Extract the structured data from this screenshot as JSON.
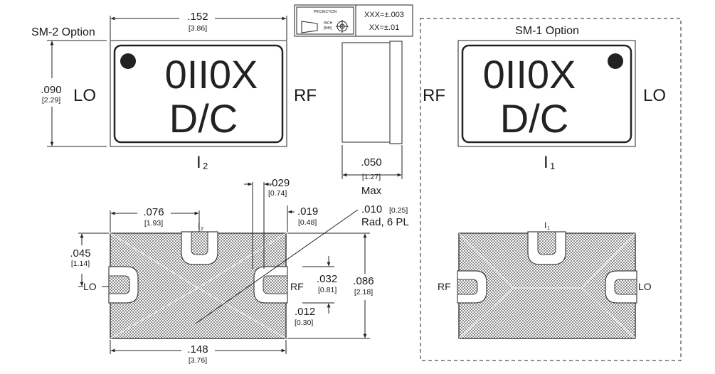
{
  "colors": {
    "ink": "#222222",
    "hatch": "#8c8c8c",
    "background": "#ffffff"
  },
  "tolerance_box": {
    "projection_label": "PROJECTION",
    "inch_label": "INCH",
    "mm_label": "[MM]",
    "xxx_tolerance": "XXX=±.003",
    "xx_tolerance": "XX=±.01",
    "icon": "third-angle-projection-icon"
  },
  "sm2_option": {
    "title": "SM-2 Option",
    "width_in": ".152",
    "width_mm": "[3.86]",
    "height_in": ".090",
    "height_mm": "[2.29]",
    "marking_line1": "0II0X",
    "marking_line2": "D/C",
    "left_port": "LO",
    "right_port": "RF",
    "bottom_port_main": "I",
    "bottom_port_sub": "2"
  },
  "side_view": {
    "depth_in": ".050",
    "depth_mm": "[1.27]",
    "depth_note": "Max"
  },
  "sm1_option": {
    "title": "SM-1 Option",
    "marking_line1": "0II0X",
    "marking_line2": "D/C",
    "left_port": "RF",
    "right_port": "LO",
    "bottom_port_main": "I",
    "bottom_port_sub": "1"
  },
  "footprint": {
    "width_in": ".148",
    "width_mm": "[3.76]",
    "notch_offset_in": ".076",
    "notch_offset_mm": "[1.93]",
    "notch_width_in": ".029",
    "notch_width_mm": "[0.74]",
    "notch_depth_in": ".019",
    "notch_depth_mm": "[0.48]",
    "radius_in": ".010",
    "radius_mm": "[0.25]",
    "radius_note": "Rad, 6 PL",
    "side_notch_in": ".045",
    "side_notch_mm": "[1.14]",
    "pad_in": ".032",
    "pad_mm": "[0.81]",
    "gap_in": ".012",
    "gap_mm": "[0.30]",
    "height_in": ".086",
    "height_mm": "[2.18]",
    "left_port": "LO",
    "right_port": "RF",
    "top_port_main": "I",
    "top_port_sub": "2"
  },
  "sm1_footprint": {
    "left_port": "RF",
    "right_port": "LO",
    "top_port_main": "I",
    "top_port_sub": "1"
  }
}
